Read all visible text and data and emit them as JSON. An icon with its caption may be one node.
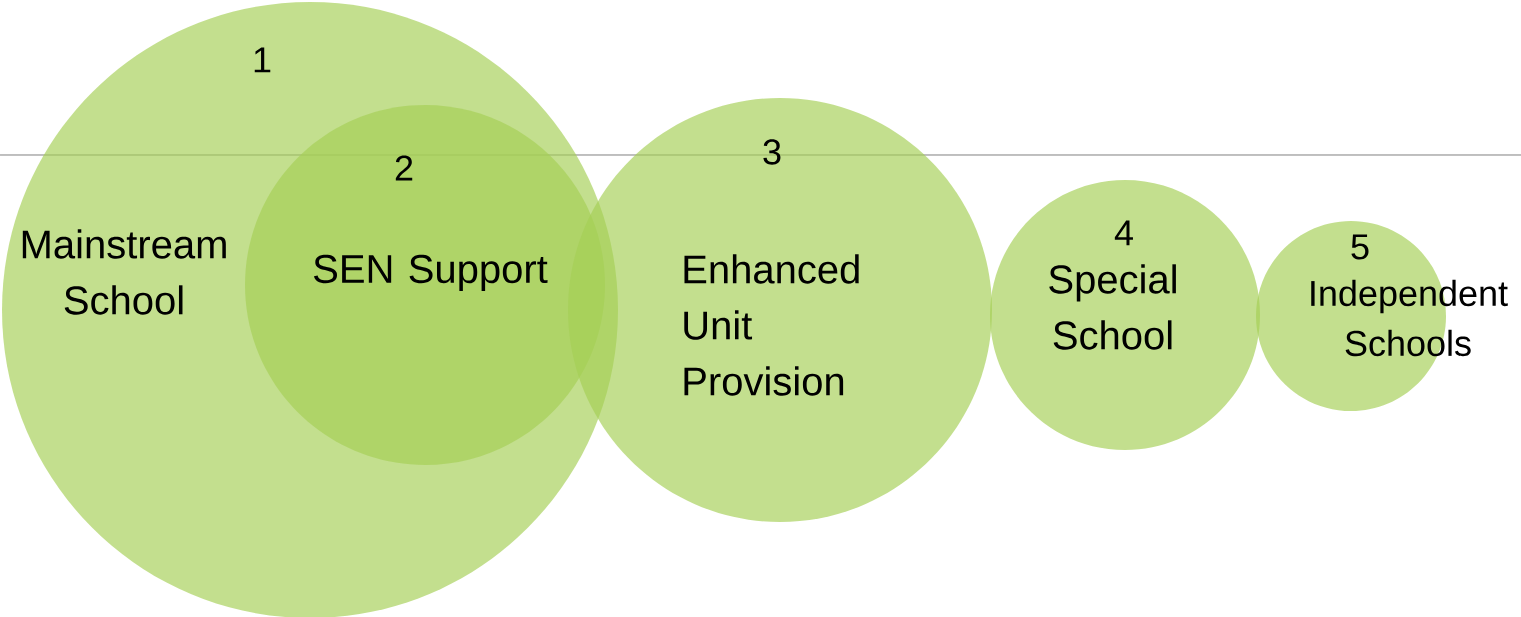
{
  "diagram": {
    "nodes": [
      {
        "text": [
          "1",
          "Mainstream School"
        ]
      },
      {
        "text": [
          "2",
          "SEN Support"
        ],
        "in": 0
      },
      {
        "text": [
          "3",
          "Enhanced Unit Provision"
        ]
      },
      {
        "text": [
          "4",
          "Special School"
        ]
      },
      {
        "text": [
          "5",
          "Independent Schools"
        ]
      }
    ]
  }
}
